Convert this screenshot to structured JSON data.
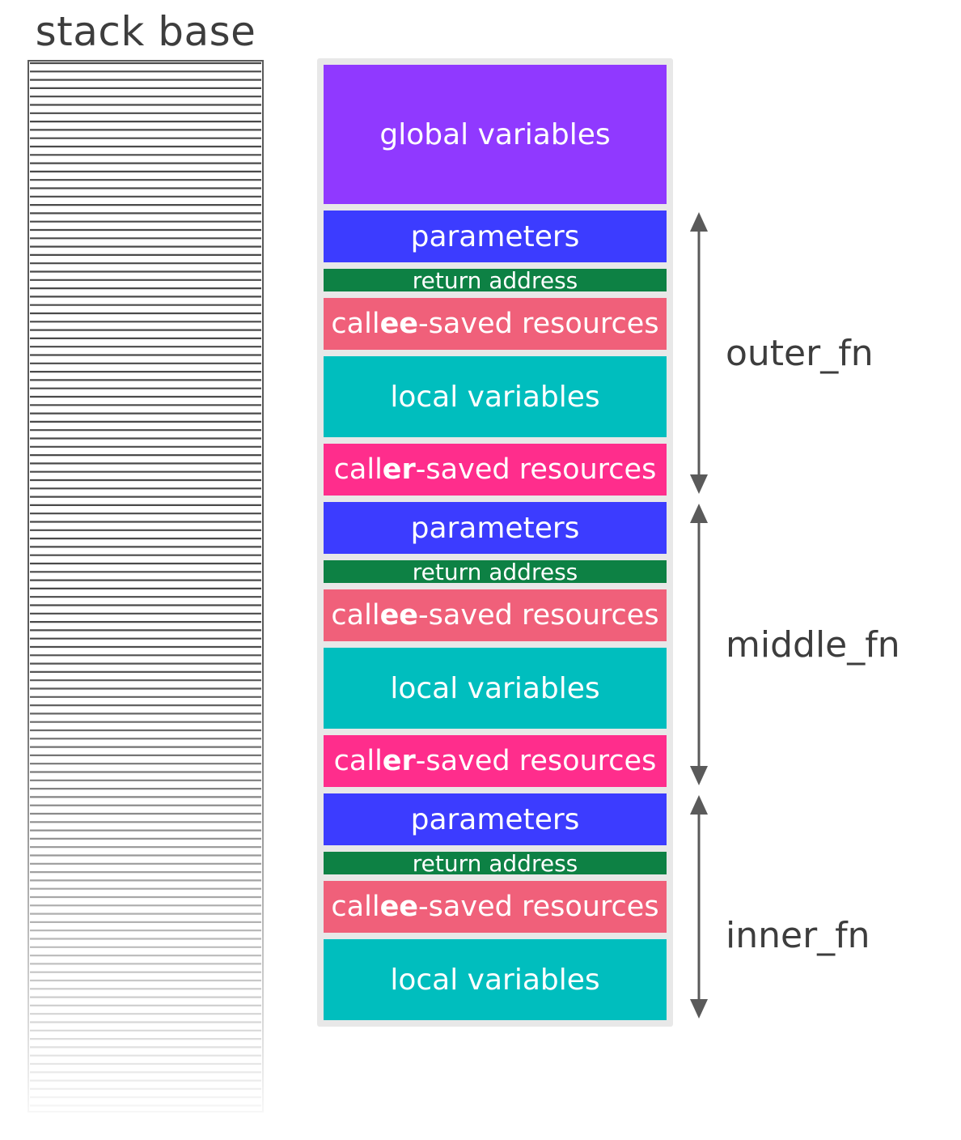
{
  "stack_title": "stack base",
  "colors": {
    "global": "#9039ff",
    "parameters": "#3c3cff",
    "return_address": "#0d8144",
    "callee_saved": "#f0607a",
    "local_variables": "#00bebe",
    "caller_saved": "#ff2d8c",
    "arrow": "#5a5a5a",
    "label_text": "#3d3d3d"
  },
  "blocks": [
    {
      "id": "global",
      "kind": "global",
      "text": "global variables"
    },
    {
      "id": "outer-parameters",
      "kind": "parameters",
      "text": "parameters"
    },
    {
      "id": "outer-return-address",
      "kind": "return_address",
      "text": "return address"
    },
    {
      "id": "outer-callee-saved",
      "kind": "callee_saved",
      "pre": "call",
      "bold": "ee",
      "post": "-saved resources"
    },
    {
      "id": "outer-local-variables",
      "kind": "local_variables",
      "text": "local variables"
    },
    {
      "id": "outer-caller-saved",
      "kind": "caller_saved",
      "pre": "call",
      "bold": "er",
      "post": "-saved resources"
    },
    {
      "id": "middle-parameters",
      "kind": "parameters",
      "text": "parameters"
    },
    {
      "id": "middle-return-address",
      "kind": "return_address",
      "text": "return address"
    },
    {
      "id": "middle-callee-saved",
      "kind": "callee_saved",
      "pre": "call",
      "bold": "ee",
      "post": "-saved resources"
    },
    {
      "id": "middle-local-variables",
      "kind": "local_variables",
      "text": "local variables"
    },
    {
      "id": "middle-caller-saved",
      "kind": "caller_saved",
      "pre": "call",
      "bold": "er",
      "post": "-saved resources"
    },
    {
      "id": "inner-parameters",
      "kind": "parameters",
      "text": "parameters"
    },
    {
      "id": "inner-return-address",
      "kind": "return_address",
      "text": "return address"
    },
    {
      "id": "inner-callee-saved",
      "kind": "callee_saved",
      "pre": "call",
      "bold": "ee",
      "post": "-saved resources"
    },
    {
      "id": "inner-local-variables",
      "kind": "local_variables",
      "text": "local variables"
    }
  ],
  "frames": [
    {
      "id": "outer",
      "label": "outer_fn"
    },
    {
      "id": "middle",
      "label": "middle_fn"
    },
    {
      "id": "inner",
      "label": "inner_fn"
    }
  ]
}
